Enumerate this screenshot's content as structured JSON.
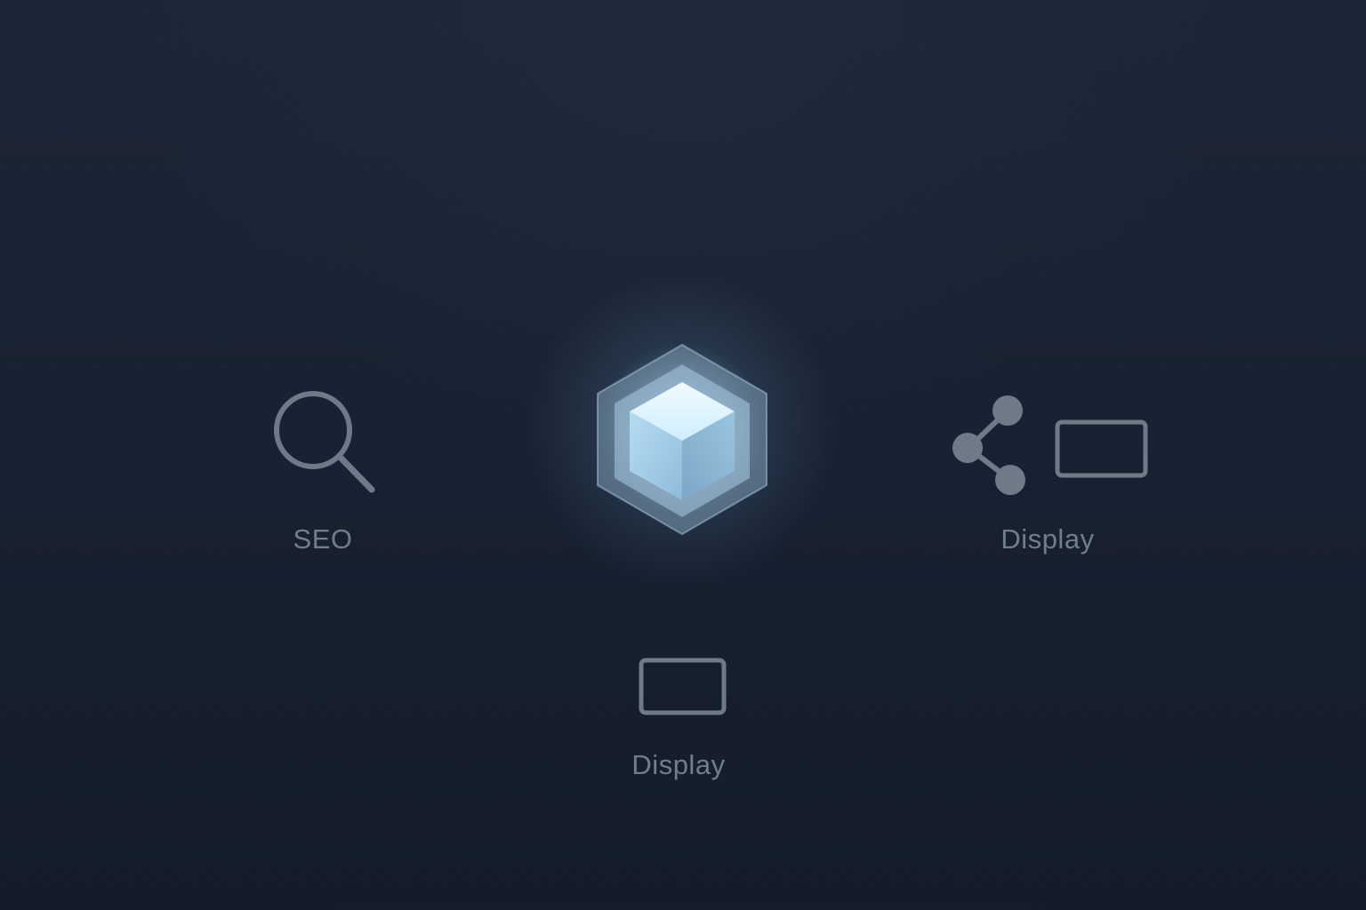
{
  "diagram": {
    "center_node": {
      "icon": "cube-icon",
      "glow_color": "#d9f3ff"
    },
    "nodes": [
      {
        "id": "seo",
        "label": "SEO",
        "icon": "search-icon"
      },
      {
        "id": "display-right",
        "label": "Display",
        "icons": [
          "share-icon",
          "display-icon"
        ]
      },
      {
        "id": "display-bottom",
        "label": "Display",
        "icon": "display-icon"
      }
    ],
    "colors": {
      "background": "#1a2333",
      "icon": "#6f7a88",
      "label": "#727d8b",
      "connector": "#8fb2cc"
    }
  }
}
